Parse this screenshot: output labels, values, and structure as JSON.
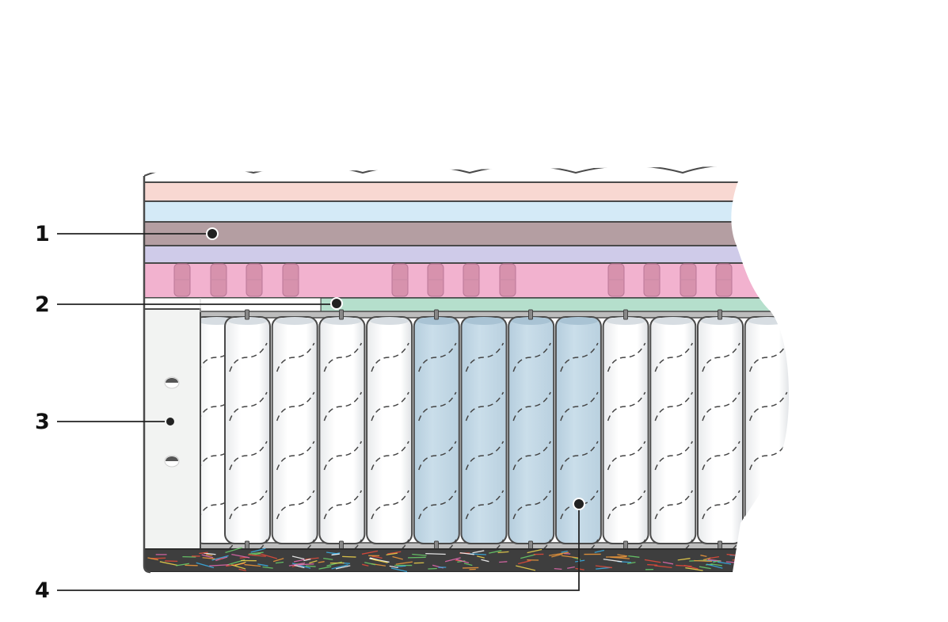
{
  "callouts": [
    {
      "label": "1"
    },
    {
      "label": "2"
    },
    {
      "label": "3"
    },
    {
      "label": "4"
    }
  ],
  "colors": {
    "top_layer": "#f8d8d2",
    "blue_layer": "#d4eaf7",
    "mauve_layer": "#b49ea2",
    "lavender_layer": "#cfcbe9",
    "pink_layer": "#f2b2cf",
    "pink_pad": "#d792ad",
    "mint_layer": "#b5dfcc",
    "side_panel": "#f2f3f2",
    "spring_white": "#ffffff",
    "spring_blue": "#c6dbe8",
    "base": "#3e3e3e",
    "outline": "#4a4a4a"
  }
}
